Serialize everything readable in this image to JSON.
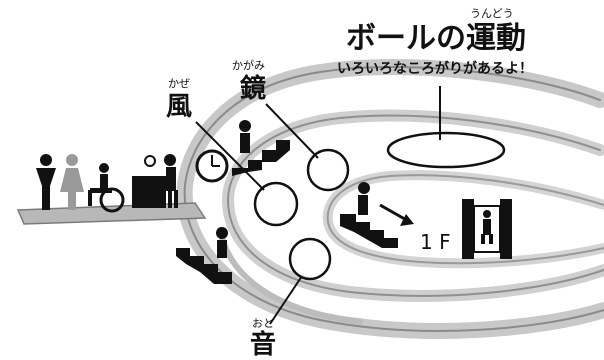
{
  "labels": {
    "ball_ruby": "うんどう",
    "ball_title": "ボールの運動",
    "ball_subtitle": "いろいろなころがりがあるよ！",
    "mirror_ruby": "かがみ",
    "mirror": "鏡",
    "wind_ruby": "かぜ",
    "wind": "風",
    "sound_ruby": "おと",
    "sound": "音",
    "floor": "1 F"
  }
}
